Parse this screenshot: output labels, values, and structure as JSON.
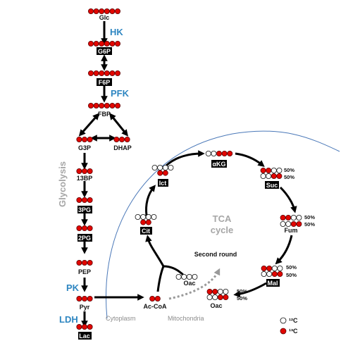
{
  "metabolites": {
    "glc": "Glc",
    "g6p": "G6P",
    "f6p": "F6P",
    "fbp": "FBP",
    "g3p": "G3P",
    "dhap": "DHAP",
    "bp13": "13BP",
    "pg3": "3PG",
    "pg2": "2PG",
    "pep": "PEP",
    "pyr": "Pyr",
    "lac": "Lac",
    "accoa": "Ac-CoA",
    "oac_in": "Oac",
    "cit": "Cit",
    "ict": "Ict",
    "akg": "αKG",
    "suc": "Suc",
    "fum": "Fum",
    "mal": "Mal",
    "oac": "Oac"
  },
  "enzymes": {
    "hk": "HK",
    "pfk": "PFK",
    "pk": "PK",
    "ldh": "LDH"
  },
  "labels": {
    "glycolysis": "Glycolysis",
    "tca_line1": "TCA",
    "tca_line2": "cycle",
    "second_round": "Second round",
    "cytoplasm": "Cytoplasm",
    "mitochondria": "Mitochondria"
  },
  "percent": {
    "p50": "50%"
  },
  "legend": {
    "c12": "¹²C",
    "c13": "¹³C"
  },
  "colors": {
    "c13": "#e10600",
    "c12": "#ffffff",
    "enzyme": "#2e86c1",
    "membrane": "#4a78b8"
  },
  "atom_patterns": {
    "glc": "RRRRRR",
    "g6p": "RRRRRR",
    "f6p": "RRRRRR",
    "fbp": "RRRRRR",
    "g3p": "RRR",
    "dhap": "RRR",
    "bp13": "RRR",
    "pg3": "RRR",
    "pg2": "RRR",
    "pep": "RRR",
    "pyr": "RRR",
    "lac": "RRR",
    "accoa": "RR",
    "oac_in": "WWWW",
    "cit": "WWWW|RR",
    "ict": "WWWW|RR",
    "akg": "WWRRR",
    "suc_a": "RRWW",
    "suc_b": "WWRR",
    "fum_a": "RRWW",
    "fum_b": "WWRR",
    "mal_a": "RRWW",
    "mal_b": "WWRR",
    "oac_a": "RRWW",
    "oac_b": "WWRR"
  }
}
